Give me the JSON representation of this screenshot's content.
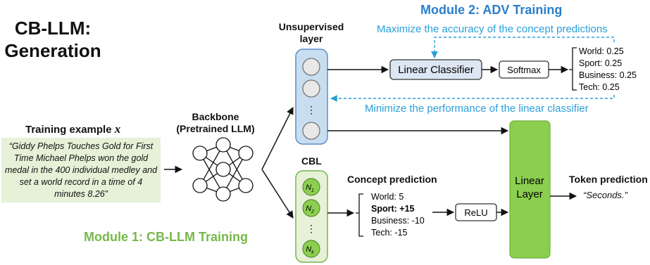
{
  "title": "CB-LLM: Generation",
  "title_line1": "CB-LLM:",
  "title_line2": "Generation",
  "module2": {
    "title": "Module 2: ADV Training",
    "maximize_note": "Maximize the accuracy of the concept predictions",
    "minimize_note": "Minimize the performance of the linear classifier",
    "unsupervised_label_line1": "Unsupervised",
    "unsupervised_label_line2": "layer",
    "linear_classifier": "Linear Classifier",
    "softmax": "Softmax",
    "outputs": [
      "World: 0.25",
      "Sport: 0.25",
      "Business: 0.25",
      "Tech: 0.25"
    ]
  },
  "module1": {
    "title": "Module 1: CB-LLM Training",
    "cbl_label": "CBL",
    "neurons": [
      "N",
      "N",
      "N"
    ],
    "neuron_subs": [
      "1",
      "2",
      "k"
    ],
    "dots": "⋮",
    "concept_prediction_label": "Concept prediction",
    "concepts": [
      "World: 5",
      "Sport: +15",
      "Business: -10",
      "Tech: -15"
    ],
    "relu": "ReLU",
    "linear_layer_line1": "Linear",
    "linear_layer_line2": "Layer",
    "token_prediction_label": "Token prediction",
    "token_prediction_value": "“Seconds.”"
  },
  "training": {
    "label": "Training example",
    "label_var": "x",
    "text": "“Giddy Phelps Touches Gold for First Time Michael Phelps won the gold medal in the 400 individual medley and set a world record in a time of 4 minutes 8.26”"
  },
  "backbone": {
    "label_line1": "Backbone",
    "label_line2": "(Pretrained LLM)"
  },
  "colors": {
    "module2_blue": "#2a7fc9",
    "note_blue": "#2a9fd8",
    "green_module": "#77b84a",
    "green_fill": "#8ccf50",
    "light_green": "#e6f1d8",
    "unsupervised_fill": "#c9ddf0"
  }
}
